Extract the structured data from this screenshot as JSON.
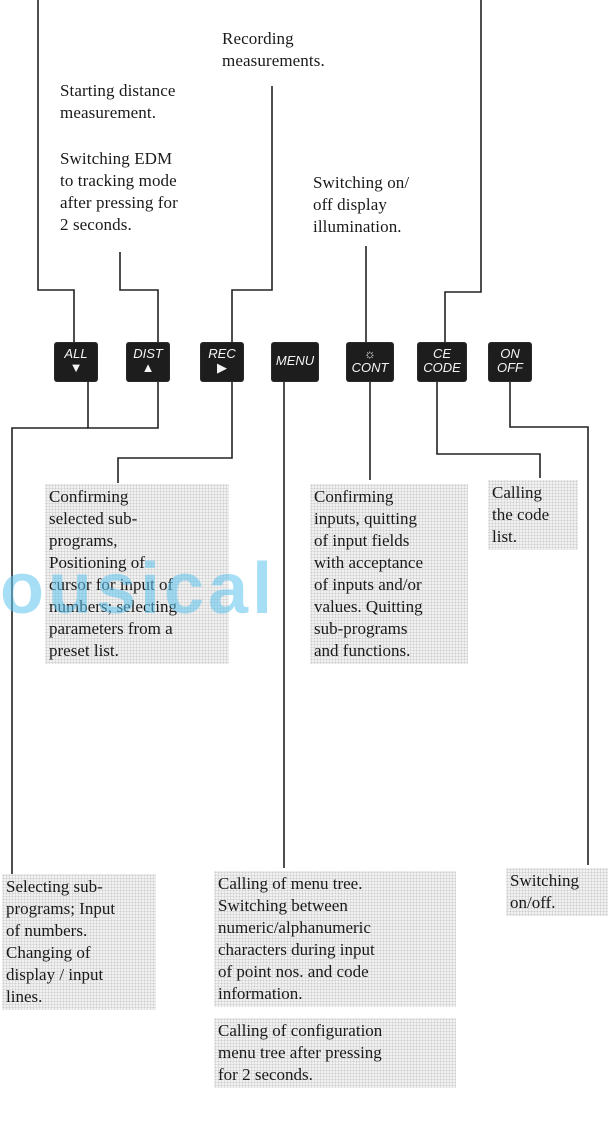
{
  "labels": {
    "recording": "Recording\nmeasurements.",
    "starting_distance": "Starting distance\nmeasurement.",
    "tracking_mode": "Switching EDM\nto tracking mode\nafter pressing for\n2 seconds.",
    "illumination": "Switching on/\noff display\nillumination.",
    "confirm_subprog": "Confirming\nselected sub-\nprograms,\nPositioning of\ncursor for input of\nnumbers; selecting\nparameters from a\npreset list.",
    "confirm_inputs": "Confirming\ninputs, quitting\nof input fields\nwith acceptance\nof inputs and/or\nvalues. Quitting\nsub-programs\nand functions.",
    "code_list": "Calling\nthe code\nlist.",
    "selecting_subprog": "Selecting sub-\nprograms; Input\nof numbers.\nChanging of\ndisplay / input\nlines.",
    "menu_tree": "Calling of menu tree.\nSwitching between\nnumeric/alphanumeric\ncharacters during input\nof point nos. and code\ninformation.",
    "config_menu": "Calling of configuration\nmenu tree after pressing\nfor 2 seconds.",
    "switching_onoff": "Switching\non/off."
  },
  "keys": [
    {
      "top": "ALL",
      "bottom": "▼"
    },
    {
      "top": "DIST",
      "bottom": "▲"
    },
    {
      "top": "REC",
      "bottom": "▶"
    },
    {
      "top": "MENU",
      "bottom": ""
    },
    {
      "top": "☼",
      "bottom": "CONT"
    },
    {
      "top": "CE",
      "bottom": "CODE"
    },
    {
      "top": "ON",
      "bottom": "OFF"
    }
  ],
  "watermark": "ousical"
}
